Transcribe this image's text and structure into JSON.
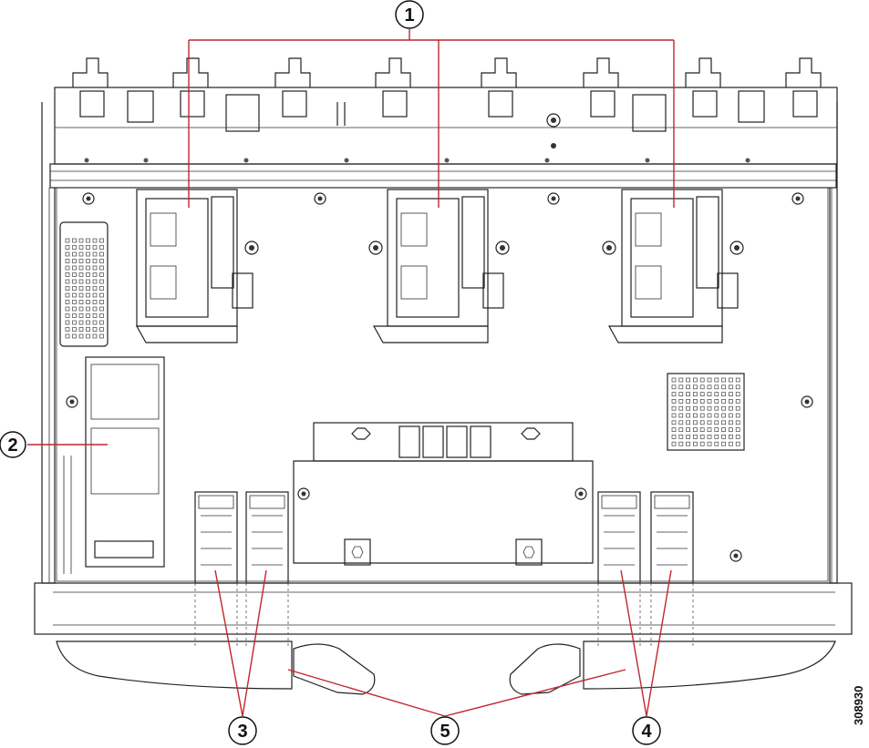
{
  "figure": {
    "figure_id": "308930",
    "callouts": [
      {
        "number": "1"
      },
      {
        "number": "2"
      },
      {
        "number": "3"
      },
      {
        "number": "4"
      },
      {
        "number": "5"
      }
    ]
  },
  "colors": {
    "leader": "#c1272d",
    "outline": "#222222",
    "component_fill": "#a9a9a9",
    "panel_fill": "#d9d9d9",
    "background": "#ffffff"
  }
}
